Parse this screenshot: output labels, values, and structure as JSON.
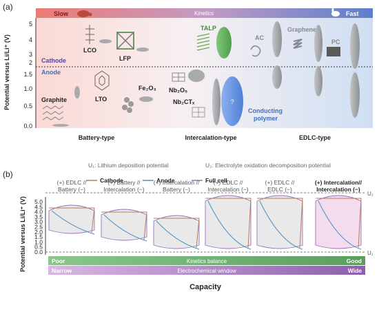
{
  "panel_a": {
    "label": "(a)",
    "kinetics": {
      "slow": "Slow",
      "title": "Kinetics",
      "fast": "Fast"
    },
    "y_axis_label": "Potential versus Li/Li⁺ (V)",
    "y_ticks": [
      "5",
      "4",
      "3",
      "2",
      "1.5",
      "1.0",
      "0.5",
      "0.0"
    ],
    "region_labels": {
      "cathode": "Cathode",
      "anode": "Anode"
    },
    "materials": {
      "lco": "LCO",
      "lfp": "LFP",
      "fe2o3": "Fe₂O₃",
      "graphite": "Graphite",
      "lto": "LTO",
      "talp": "TALP",
      "nb2o5": "Nb₂O₅",
      "nb2ctx": "Nb₂CTₓ",
      "conducting_polymer": "Conducting polymer",
      "question": "?",
      "ac": "AC",
      "graphene": "Graphene",
      "pc": "PC"
    },
    "categories": [
      "Battery-type",
      "Intercalation-type",
      "EDLC-type"
    ],
    "colors": {
      "slow_end": "#e8605a",
      "fast_end": "#3f6fc4",
      "talp_green": "#69b865",
      "polymer_blue": "#6f9be8",
      "gray": "#a9aaad"
    }
  },
  "panel_b": {
    "label": "(b)",
    "u1_def": "U₁: Lithium deposition potential",
    "u2_def": "U₂: Electrolyte oxidation decomposition potential",
    "legend": [
      {
        "name": "Cathode",
        "color": "#b87a5c"
      },
      {
        "name": "Anode",
        "color": "#4b8fc4"
      },
      {
        "name": "Full cell",
        "color": "#9a6fb8"
      }
    ],
    "y_axis_label": "Potential versus Li/Li⁺ (V)",
    "x_axis_label": "Capacity",
    "y_ticks": [
      "5.0",
      "4.5",
      "4.0",
      "3.5",
      "3.0",
      "2.5",
      "2.0",
      "1.5",
      "1.0",
      "0.5",
      "0.0"
    ],
    "u1": "U₁",
    "u2": "U₂",
    "configs": [
      {
        "line1": "(+) EDLC //",
        "line2": "Battery (−)",
        "bold": false
      },
      {
        "line1": "(+) Battery //",
        "line2": "Intercalation (−)",
        "bold": false
      },
      {
        "line1": "(+) Intercalation //",
        "line2": "Battery (−)",
        "bold": false
      },
      {
        "line1": "(+) EDLC //",
        "line2": "Intercalation (−)",
        "bold": false
      },
      {
        "line1": "(+) EDLC //",
        "line2": "EDLC (−)",
        "bold": false
      },
      {
        "line1": "(+) Intercalation//",
        "line2": "Intercalation (−)",
        "bold": true
      }
    ],
    "bar1": {
      "left": "Poor",
      "center": "Kinetics balance",
      "right": "Good"
    },
    "bar2": {
      "left": "Narrow",
      "center": "Electrochemical window",
      "right": "Wide"
    }
  }
}
